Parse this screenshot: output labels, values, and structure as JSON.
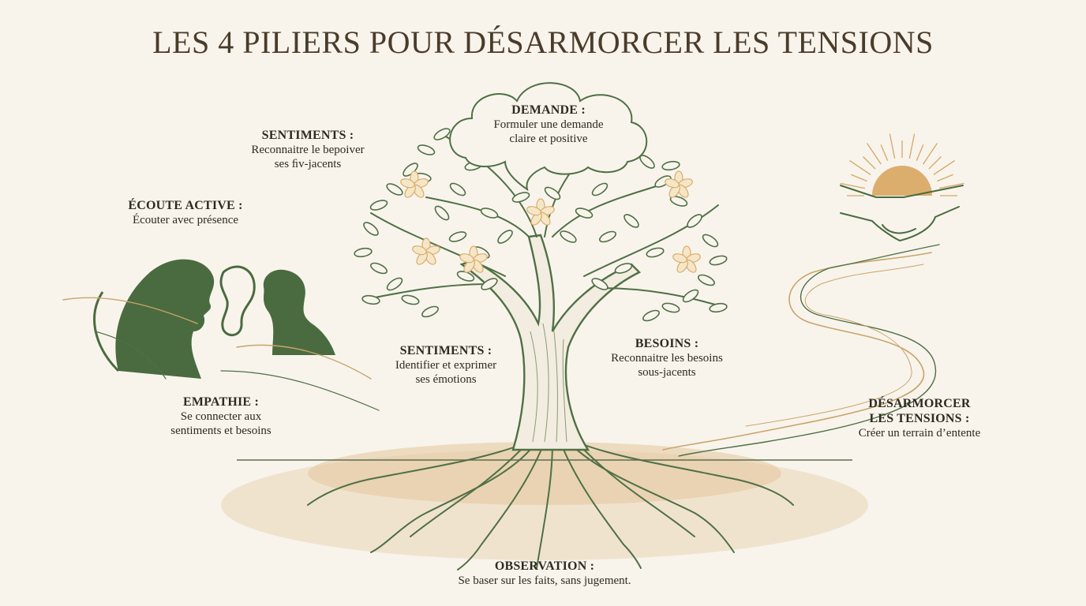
{
  "title": "LES 4 PILIERS POUR DÉSARMORCER LES TENSIONS",
  "colors": {
    "background": "#f8f4ec",
    "green": "#4f7045",
    "dark_green": "#43613a",
    "gold": "#d9ad6b",
    "text": "#2e2a22"
  },
  "icons": [
    "tree-icon",
    "woman-silhouette-icon",
    "ear-icon",
    "man-silhouette-icon",
    "sun-icon",
    "handshake-icon",
    "river-icon"
  ],
  "labels": {
    "demande": {
      "heading": "DEMANDE :",
      "text": "Formuler une demande\nclaire et positive"
    },
    "sentiments_top": {
      "heading": "SENTIMENTS :",
      "text": "Reconnaitre le bepoiver\nses ﬁv-jacents"
    },
    "ecoute": {
      "heading": "ÉCOUTE ACTIVE :",
      "text": "Écouter avec présence"
    },
    "sentiments_mid": {
      "heading": "SENTIMENTS :",
      "text": "Identifier et exprimer\nses émotions"
    },
    "besoins": {
      "heading": "BESOINS :",
      "text": "Reconnaitre les besoins\nsous-jacents"
    },
    "empathie": {
      "heading": "EMPATHIE :",
      "text": "Se connecter aux\nsentiments et besoins"
    },
    "desarmorcer": {
      "heading": "DÉSARMORCER\nLES TENSIONS :",
      "text": "Créer un terrain d’entente"
    },
    "observation": {
      "heading": "OBSERVATION :",
      "text": "Se baser sur les faits, sans jugement."
    }
  }
}
